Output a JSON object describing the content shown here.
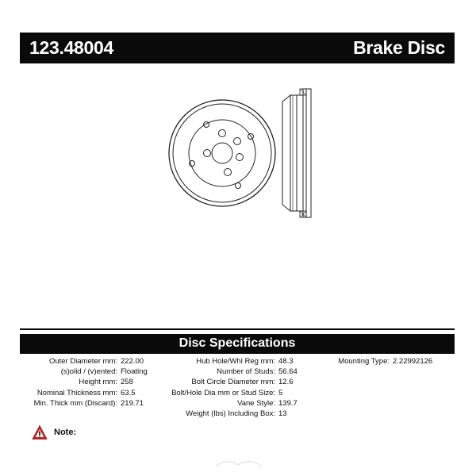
{
  "header": {
    "part_number": "123.48004",
    "product_type": "Brake Disc"
  },
  "specs": {
    "title": "Disc Specifications",
    "column1": [
      {
        "label": "Outer Diameter mm:",
        "value": "222.00"
      },
      {
        "label": "(s)olid / (v)ented:",
        "value": "Floating"
      },
      {
        "label": "Height mm:",
        "value": "258"
      },
      {
        "label": "Nominal Thickness mm:",
        "value": "63.5"
      },
      {
        "label": "Min. Thick mm (Discard):",
        "value": "219.71"
      }
    ],
    "column2": [
      {
        "label": "Hub Hole/Whl Reg mm:",
        "value": "48.3"
      },
      {
        "label": "Number of Studs:",
        "value": "56.64"
      },
      {
        "label": "Bolt Circle Diameter mm:",
        "value": "12.6"
      },
      {
        "label": "Bolt/Hole Dia mm or Stud Size:",
        "value": "5"
      },
      {
        "label": "Vane Style:",
        "value": "139.7"
      },
      {
        "label": "Weight (lbs) Including Box:",
        "value": "13"
      }
    ],
    "column3": [
      {
        "label": "Mounting Type:",
        "value": "2.22992126"
      }
    ]
  },
  "note": {
    "label": "Note:",
    "icon": "warning-triangle-icon"
  },
  "colors": {
    "bar": "#0a0a0a",
    "bar_text": "#ffffff",
    "warning_red": "#c8201e"
  }
}
